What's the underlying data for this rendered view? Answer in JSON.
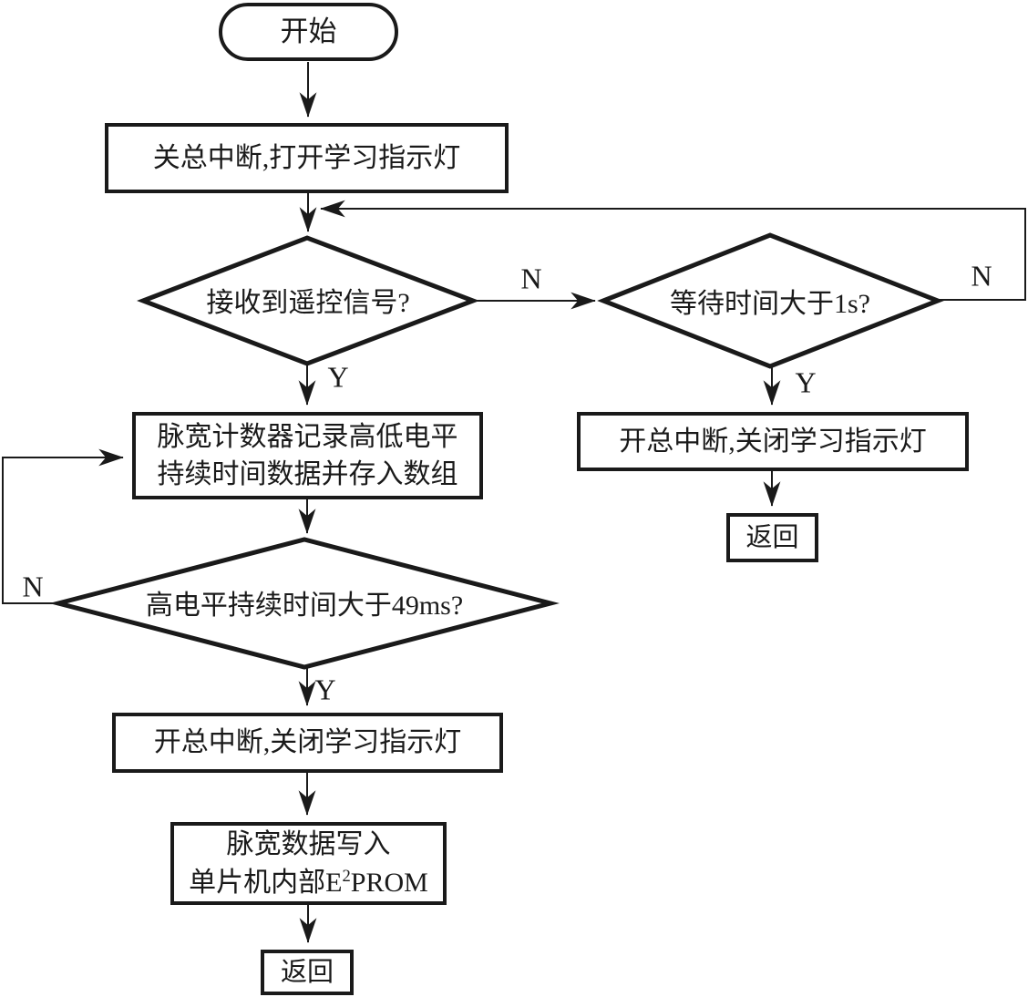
{
  "nodes": {
    "start": {
      "label": "开始"
    },
    "close_interrupt": {
      "label": "关总中断,打开学习指示灯"
    },
    "recv_signal": {
      "label": "接收到遥控信号?"
    },
    "wait_1s": {
      "label": "等待时间大于1s?"
    },
    "open_interrupt_right": {
      "label": "开总中断,关闭学习指示灯"
    },
    "return_right": {
      "label": "返回"
    },
    "pulse_counter": {
      "lines": [
        "脉宽计数器记录高低电平",
        "持续时间数据并存入数组"
      ]
    },
    "high_49ms": {
      "label": "高电平持续时间大于49ms?"
    },
    "open_interrupt_left": {
      "label": "开总中断,关闭学习指示灯"
    },
    "write_eeprom": {
      "line1": "脉宽数据写入",
      "line2_prefix": "单片机内部E",
      "line2_sup": "2",
      "line2_suffix": "PROM"
    },
    "return_bottom": {
      "label": "返回"
    }
  },
  "branch_labels": {
    "recv_no": "N",
    "recv_yes": "Y",
    "wait_no": "N",
    "wait_yes": "Y",
    "ms49_no": "N",
    "ms49_yes": "Y"
  },
  "colors": {
    "ink": "#1a1a1a",
    "background": "#ffffff"
  }
}
